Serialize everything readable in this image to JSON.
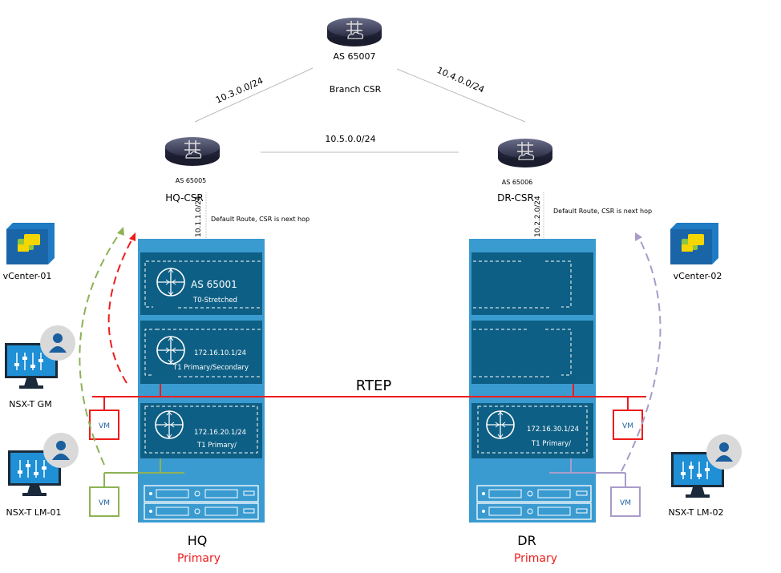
{
  "top_router": {
    "as": "AS 65007",
    "name": "Branch CSR"
  },
  "links": {
    "left": "10.3.0.0/24",
    "right": "10.4.0.0/24",
    "middle": "10.5.0.0/24"
  },
  "hq": {
    "router_as": "AS 65005",
    "router_name": "HQ-CSR",
    "uplink": "10.1.1.0/24",
    "default_route": "Default Route, CSR is next hop",
    "t0_as": "AS 65001",
    "t0_name": "T0-Stretched",
    "t1a_ip": "172.16.10.1/24",
    "t1a_name": "T1 Primary/Secondary",
    "t1b_ip": "172.16.20.1/24",
    "t1b_name": "T1 Primary/",
    "site": "HQ",
    "role": "Primary"
  },
  "dr": {
    "router_as": "AS 65006",
    "router_name": "DR-CSR",
    "uplink": "10.2.2.0/24",
    "default_route": "Default Route, CSR is next hop",
    "t1_ip": "172.16.30.1/24",
    "t1_name": "T1 Primary/",
    "site": "DR",
    "role": "Primary"
  },
  "rtep": "RTEP",
  "vm_label": "VM",
  "vcenter_left": "vCenter-01",
  "vcenter_right": "vCenter-02",
  "nsx_gm": "NSX-T GM",
  "nsx_lm1": "NSX-T LM-01",
  "nsx_lm2": "NSX-T LM-02",
  "colors": {
    "rack": "#3a9bd1",
    "box": "#0e5f85",
    "rtep": "#ee1c1c",
    "green": "#8db255",
    "purple": "#a99cc9",
    "primary": "#ee1c1c"
  }
}
